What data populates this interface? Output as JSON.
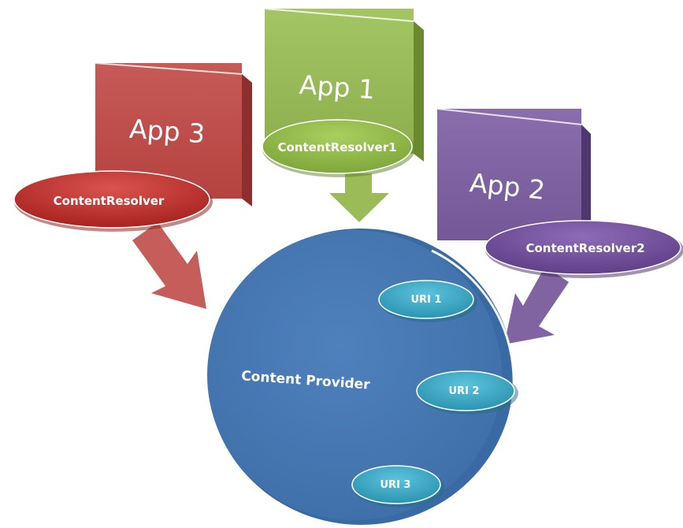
{
  "diagram": {
    "apps": [
      {
        "label": "App 3",
        "resolver": "ContentResolver"
      },
      {
        "label": "App 1",
        "resolver": "ContentResolver1"
      },
      {
        "label": "App 2",
        "resolver": "ContentResolver2"
      }
    ],
    "provider": {
      "label": "Content Provider",
      "uris": [
        "URI 1",
        "URI 2",
        "URI 3"
      ]
    }
  },
  "colors": {
    "app3": "#c0504d",
    "app1": "#9bbb59",
    "app2": "#8064a2",
    "provider": "#4f81bd",
    "uri": "#4bacc6"
  }
}
